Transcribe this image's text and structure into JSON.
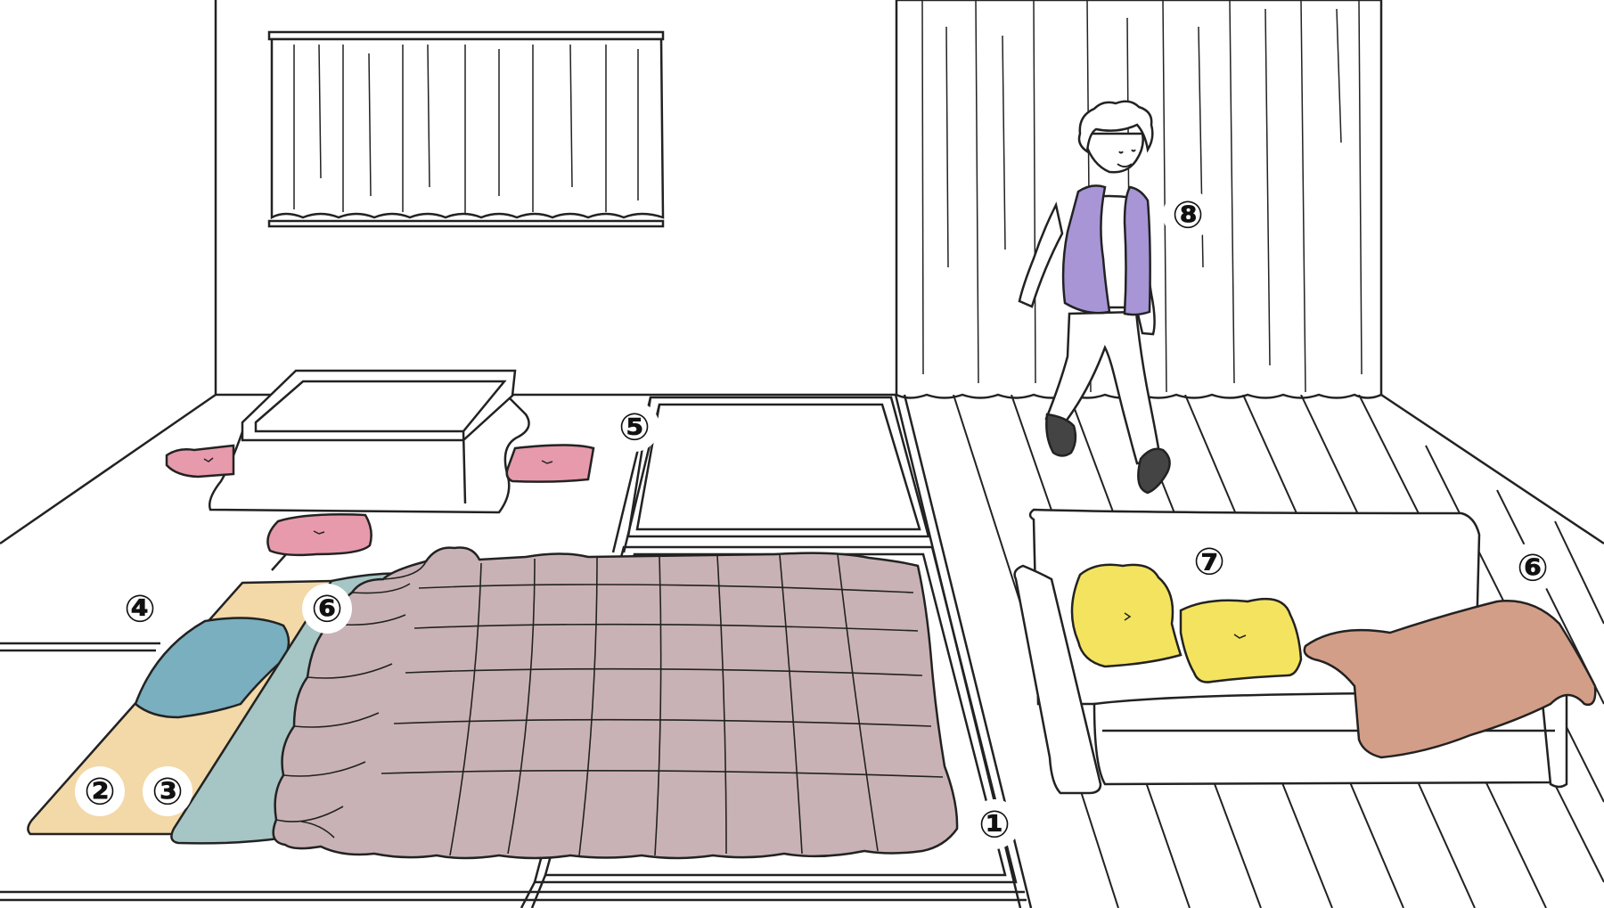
{
  "colors": {
    "line": "#222222",
    "wall": "#ffffff",
    "zabuton": "#e79aab",
    "sofa_cushion": "#f4e35f",
    "throw_blanket": "#d39e87",
    "futon_comforter": "#c9b2b5",
    "futon_under": "#a6c5c5",
    "futon_mattress": "#f3d8a8",
    "pillow": "#79afbe",
    "vest": "#a795d6"
  },
  "labels": [
    {
      "id": "label-1",
      "text": "①"
    },
    {
      "id": "label-2",
      "text": "②"
    },
    {
      "id": "label-3",
      "text": "③"
    },
    {
      "id": "label-4",
      "text": "④"
    },
    {
      "id": "label-5",
      "text": "⑤"
    },
    {
      "id": "label-6a",
      "text": "⑥"
    },
    {
      "id": "label-6b",
      "text": "⑥"
    },
    {
      "id": "label-7",
      "text": "⑦"
    },
    {
      "id": "label-8",
      "text": "⑧"
    }
  ]
}
